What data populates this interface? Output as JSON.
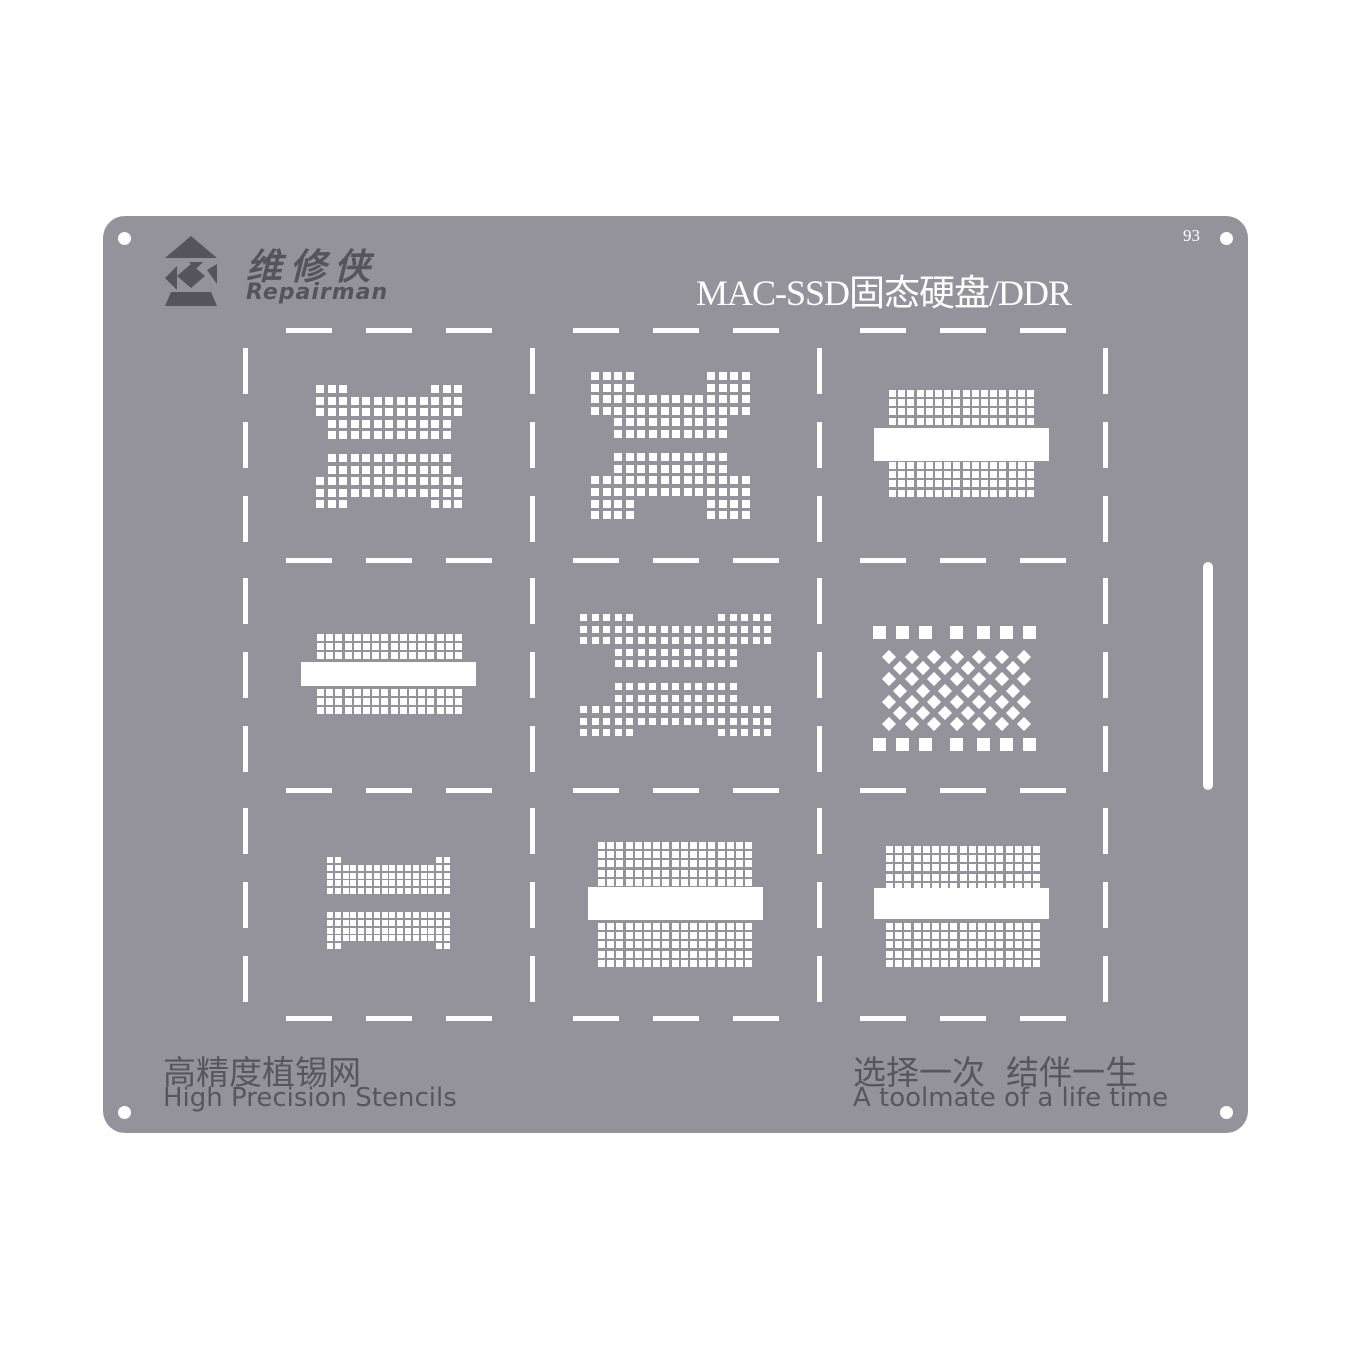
{
  "brand": {
    "name_cn": "维修侠",
    "name_en": "Repairman",
    "logo_icon": "tangram-figure-logo"
  },
  "plate": {
    "title": "MAC-SSD固态硬盘/DDR",
    "number": "93",
    "color": "#94939c",
    "footer_left_cn": "高精度植锡网",
    "footer_left_en": "High Precision Stencils",
    "footer_right_cn": "选择一次  结伴一生",
    "footer_right_en": "A toolmate of a life time"
  },
  "stencils": [
    {
      "row": 1,
      "col": 1,
      "pattern": "bga-x-shape-13col"
    },
    {
      "row": 1,
      "col": 2,
      "pattern": "bga-x-shape-14col"
    },
    {
      "row": 1,
      "col": 3,
      "pattern": "bga-with-center-bar"
    },
    {
      "row": 2,
      "col": 1,
      "pattern": "bga-with-center-bar-small"
    },
    {
      "row": 2,
      "col": 2,
      "pattern": "bga-x-shape-17col"
    },
    {
      "row": 2,
      "col": 3,
      "pattern": "diamond-lattice"
    },
    {
      "row": 3,
      "col": 1,
      "pattern": "bga-dense-two-block"
    },
    {
      "row": 3,
      "col": 2,
      "pattern": "bga-with-center-bar-large"
    },
    {
      "row": 3,
      "col": 3,
      "pattern": "bga-with-center-bar-large"
    }
  ]
}
